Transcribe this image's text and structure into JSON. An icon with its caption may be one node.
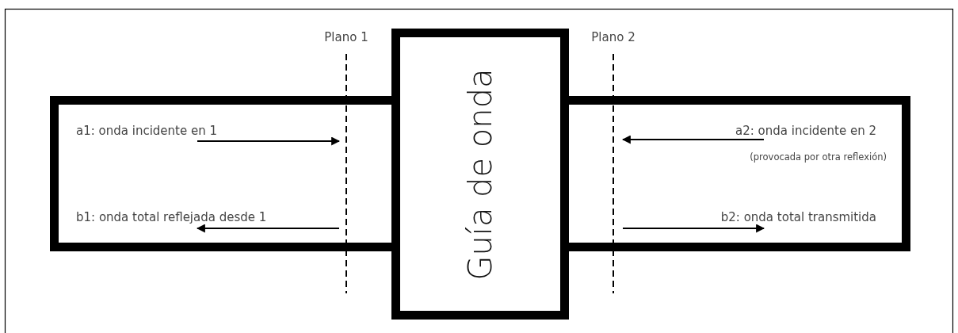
{
  "diagram": {
    "nodes": [
      {
        "text": [
          "a1: onda incidente en 1",
          "b1: onda total reflejada desde 1"
        ]
      },
      {
        "text": [
          "Guía de onda"
        ]
      },
      {
        "text": [
          "a2: onda incidente en 2",
          "(provocada por otra reflexión)",
          "b2: onda total transmitida"
        ]
      }
    ],
    "labels": [
      "Plano 1",
      "Plano 2"
    ]
  }
}
